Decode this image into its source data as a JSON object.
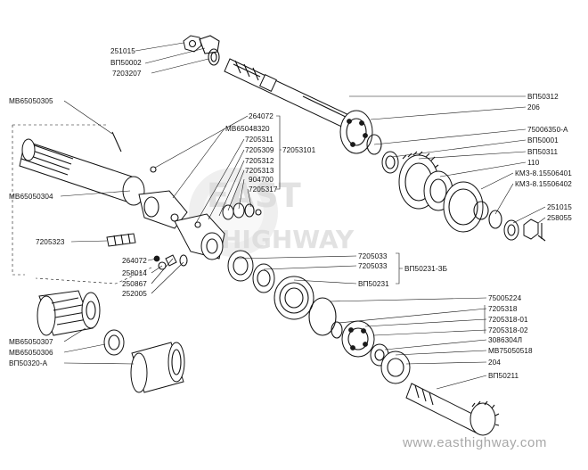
{
  "diagram": {
    "part_labels": [
      "251015",
      "ВП50002",
      "7203207",
      "МВ65050305",
      "264072",
      "МВ65048320",
      "7205311",
      "7205309",
      "7205312",
      "7205313",
      "904700",
      "7205317",
      "72053101",
      "МВ65050304",
      "7205323",
      "264072",
      "258014",
      "250867",
      "252005",
      "ВП50312",
      "206",
      "75006350-А",
      "ВП50001",
      "ВП50311",
      "110",
      "КМЗ-8.15506401",
      "КМЗ-8.15506402",
      "251015",
      "258055",
      "7205033",
      "7205033",
      "ВП50231",
      "ВП50231-ЗБ",
      "75005224",
      "7205318",
      "7205318-01",
      "7205318-02",
      "3086304Л",
      "МВ75050518",
      "204",
      "ВП50211",
      "МВ65050307",
      "МВ65050306",
      "ВП50320-А"
    ]
  },
  "watermark": {
    "line1": "EAST",
    "line2": "HIGHWAY",
    "site": "www.easthighway.com"
  }
}
